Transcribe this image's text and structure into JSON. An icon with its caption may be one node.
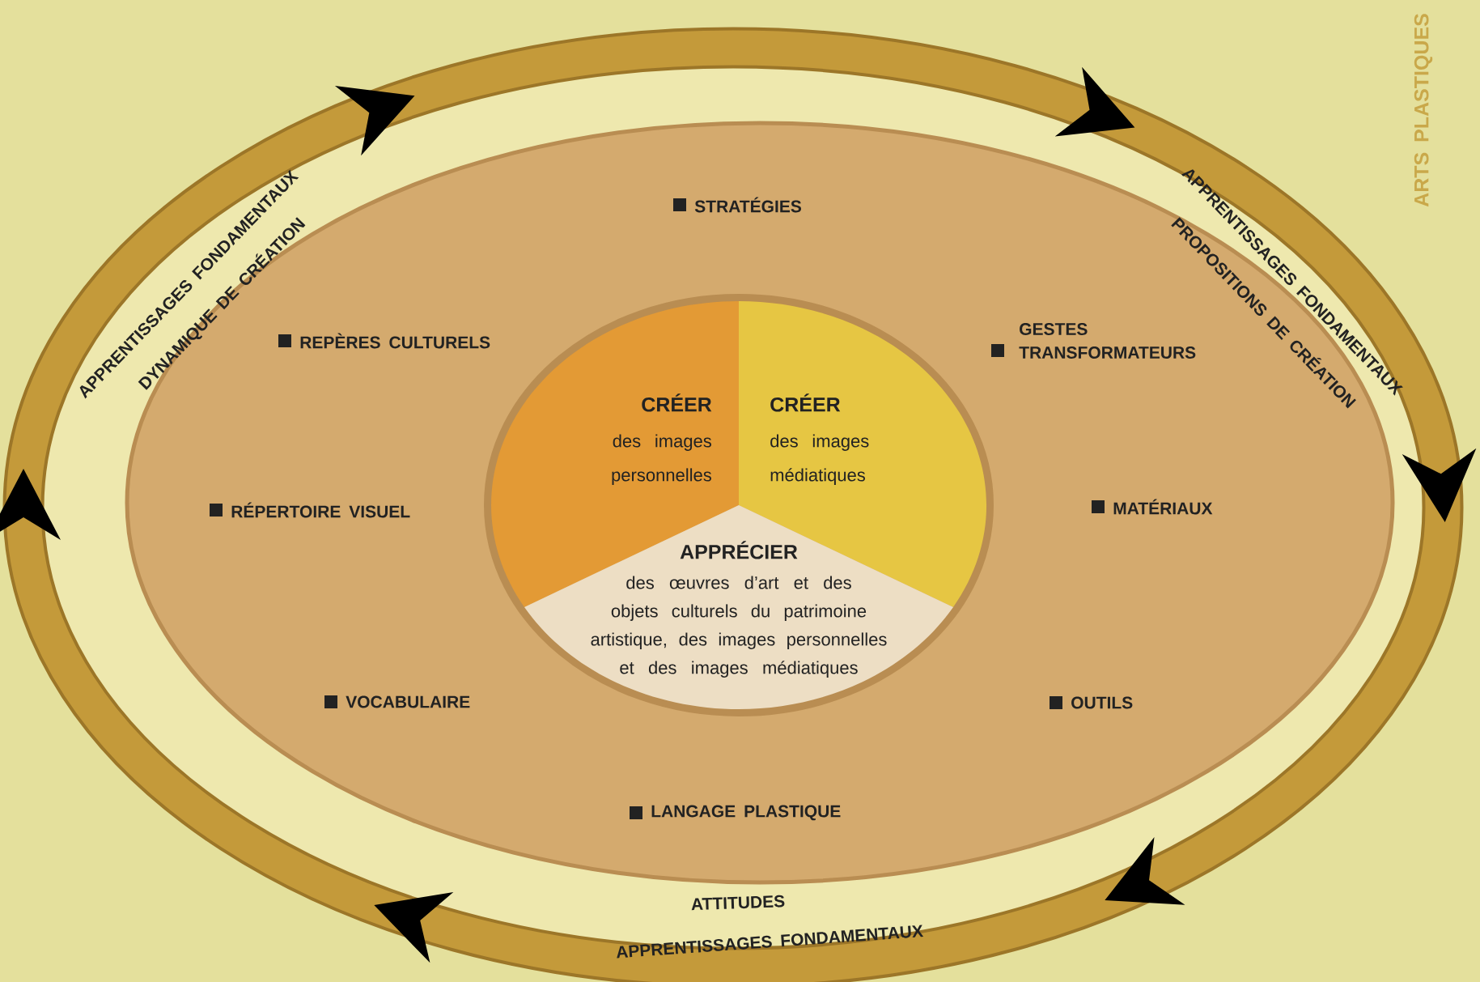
{
  "diagram": {
    "nodes": [
      {
        "text": [
          "CRÉER",
          "des images personnelles"
        ]
      },
      {
        "text": [
          "CRÉER",
          "des images médiatiques"
        ]
      },
      {
        "text": [
          "APPRÉCIER",
          "des œuvres d’art et des objets culturels du patrimoine artistique, des images personnelles et des images médiatiques"
        ]
      }
    ],
    "labels": [
      "APPRENTISSAGES FONDAMENTAUX",
      "DYNAMIQUE DE CRÉATION",
      "STRATÉGIES",
      "APPRENTISSAGES FONDAMENTAUX",
      "PROPOSITIONS DE CRÉATION",
      "ARTS PLASTIQUES",
      "REPÈRES CULTURELS",
      "GESTES TRANSFORMATEURS",
      "RÉPERTOIRE VISUEL",
      "MATÉRIAUX",
      "VOCABULAIRE",
      "OUTILS",
      "LANGAGE PLASTIQUE",
      "ATTITUDES",
      "APPRENTISSAGES FONDAMENTAUX"
    ]
  }
}
